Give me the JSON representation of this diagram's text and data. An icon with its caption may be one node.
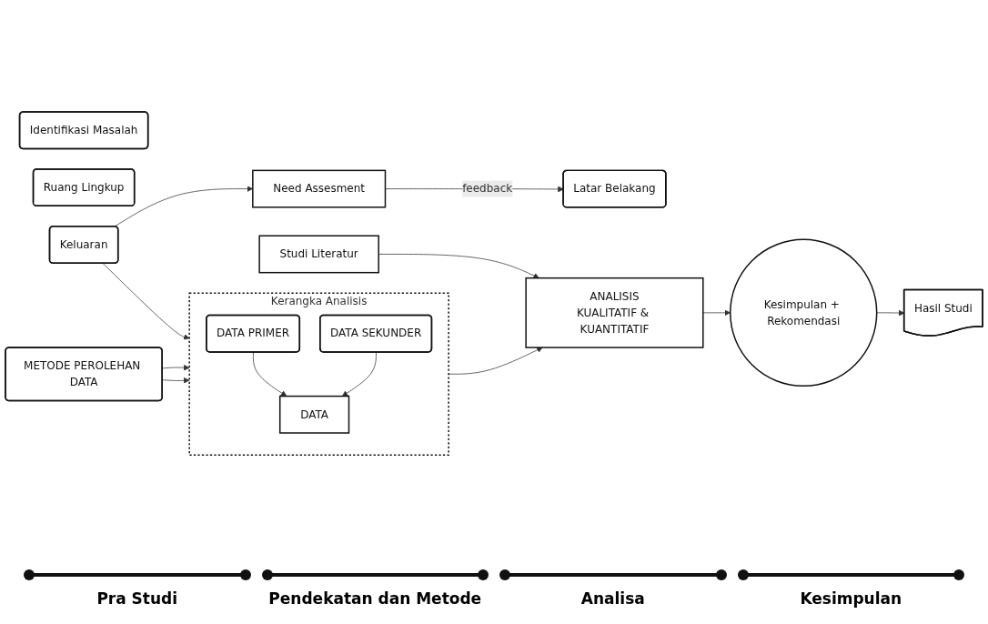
{
  "diagram": {
    "nodes": [
      {
        "text": [
          "Need Assesment"
        ]
      },
      {
        "text": [
          "Latar Belakang"
        ]
      },
      {
        "text": [
          "Identifikasi Masalah"
        ]
      },
      {
        "text": [
          "Ruang Lingkup"
        ]
      },
      {
        "text": [
          "Keluaran"
        ]
      },
      {
        "text": [
          "Kerangka Analisis"
        ]
      },
      {
        "text": [
          "DATA PRIMER"
        ],
        "in": 5
      },
      {
        "text": [
          "DATA"
        ],
        "in": 5
      },
      {
        "text": [
          "DATA SEKUNDER"
        ],
        "in": 5
      },
      {
        "text": [
          "METODE PEROLEHAN DATA"
        ]
      },
      {
        "text": [
          "ANALISIS",
          "KUALITATIF & KUANTITATIF"
        ]
      },
      {
        "text": [
          "Studi Literatur"
        ]
      },
      {
        "text": [
          "Kesimpulan + Rekomendasi"
        ]
      },
      {
        "text": [
          "Hasil Studi"
        ]
      }
    ],
    "edges": [
      {
        "from": 0,
        "to": 1,
        "arrow": "to",
        "label": "feedback"
      },
      {
        "from": 4,
        "to": 0,
        "arrow": "to"
      },
      {
        "from": 4,
        "to": 5,
        "arrow": "to"
      },
      {
        "from": 6,
        "to": 7,
        "arrow": "to"
      },
      {
        "from": 8,
        "to": 7,
        "arrow": "to"
      },
      {
        "from": 9,
        "to": 5,
        "arrow": "to"
      },
      {
        "from": 9,
        "to": 5,
        "arrow": "to"
      },
      {
        "from": 5,
        "to": 10,
        "arrow": "to"
      },
      {
        "from": 11,
        "to": 10,
        "arrow": "to"
      },
      {
        "from": 10,
        "to": 12,
        "arrow": "to"
      },
      {
        "from": 12,
        "to": 13,
        "arrow": "to"
      }
    ],
    "labels": [
      "Pra Studi",
      "Pendekatan dan Metode",
      "Analisa",
      "Kesimpulan"
    ]
  }
}
